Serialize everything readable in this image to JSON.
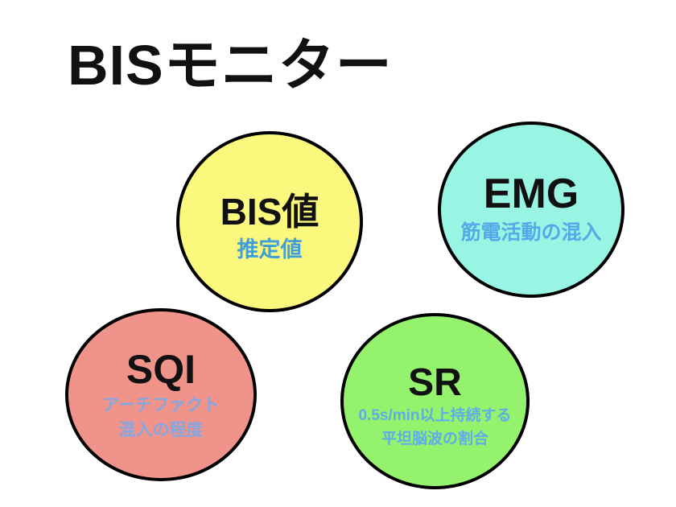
{
  "page": {
    "background": "#ffffff",
    "title": "BISモニター",
    "title_color": "#111111"
  },
  "circles": [
    {
      "name": "bis",
      "label": "BIS値",
      "sublines": [
        "推定値"
      ],
      "fill": "#faf87d",
      "border_color": "#000000",
      "label_color": "#111111",
      "subtitle_color": "#3f9fd9"
    },
    {
      "name": "emg",
      "label": "EMG",
      "sublines": [
        "筋電活動の混入"
      ],
      "fill": "#98f5e3",
      "border_color": "#000000",
      "label_color": "#111111",
      "subtitle_color": "#55a9e8"
    },
    {
      "name": "sqi",
      "label": "SQI",
      "sublines": [
        "アーチファクト",
        "混入の程度"
      ],
      "fill": "#f0938b",
      "border_color": "#000000",
      "label_color": "#111111",
      "subtitle_color": "#84a7e0"
    },
    {
      "name": "sr",
      "label": "SR",
      "sublines": [
        "0.5s/min以上持続する",
        "平坦脳波の割合"
      ],
      "fill": "#95f26c",
      "border_color": "#000000",
      "label_color": "#111111",
      "subtitle_color": "#5fade8"
    }
  ]
}
